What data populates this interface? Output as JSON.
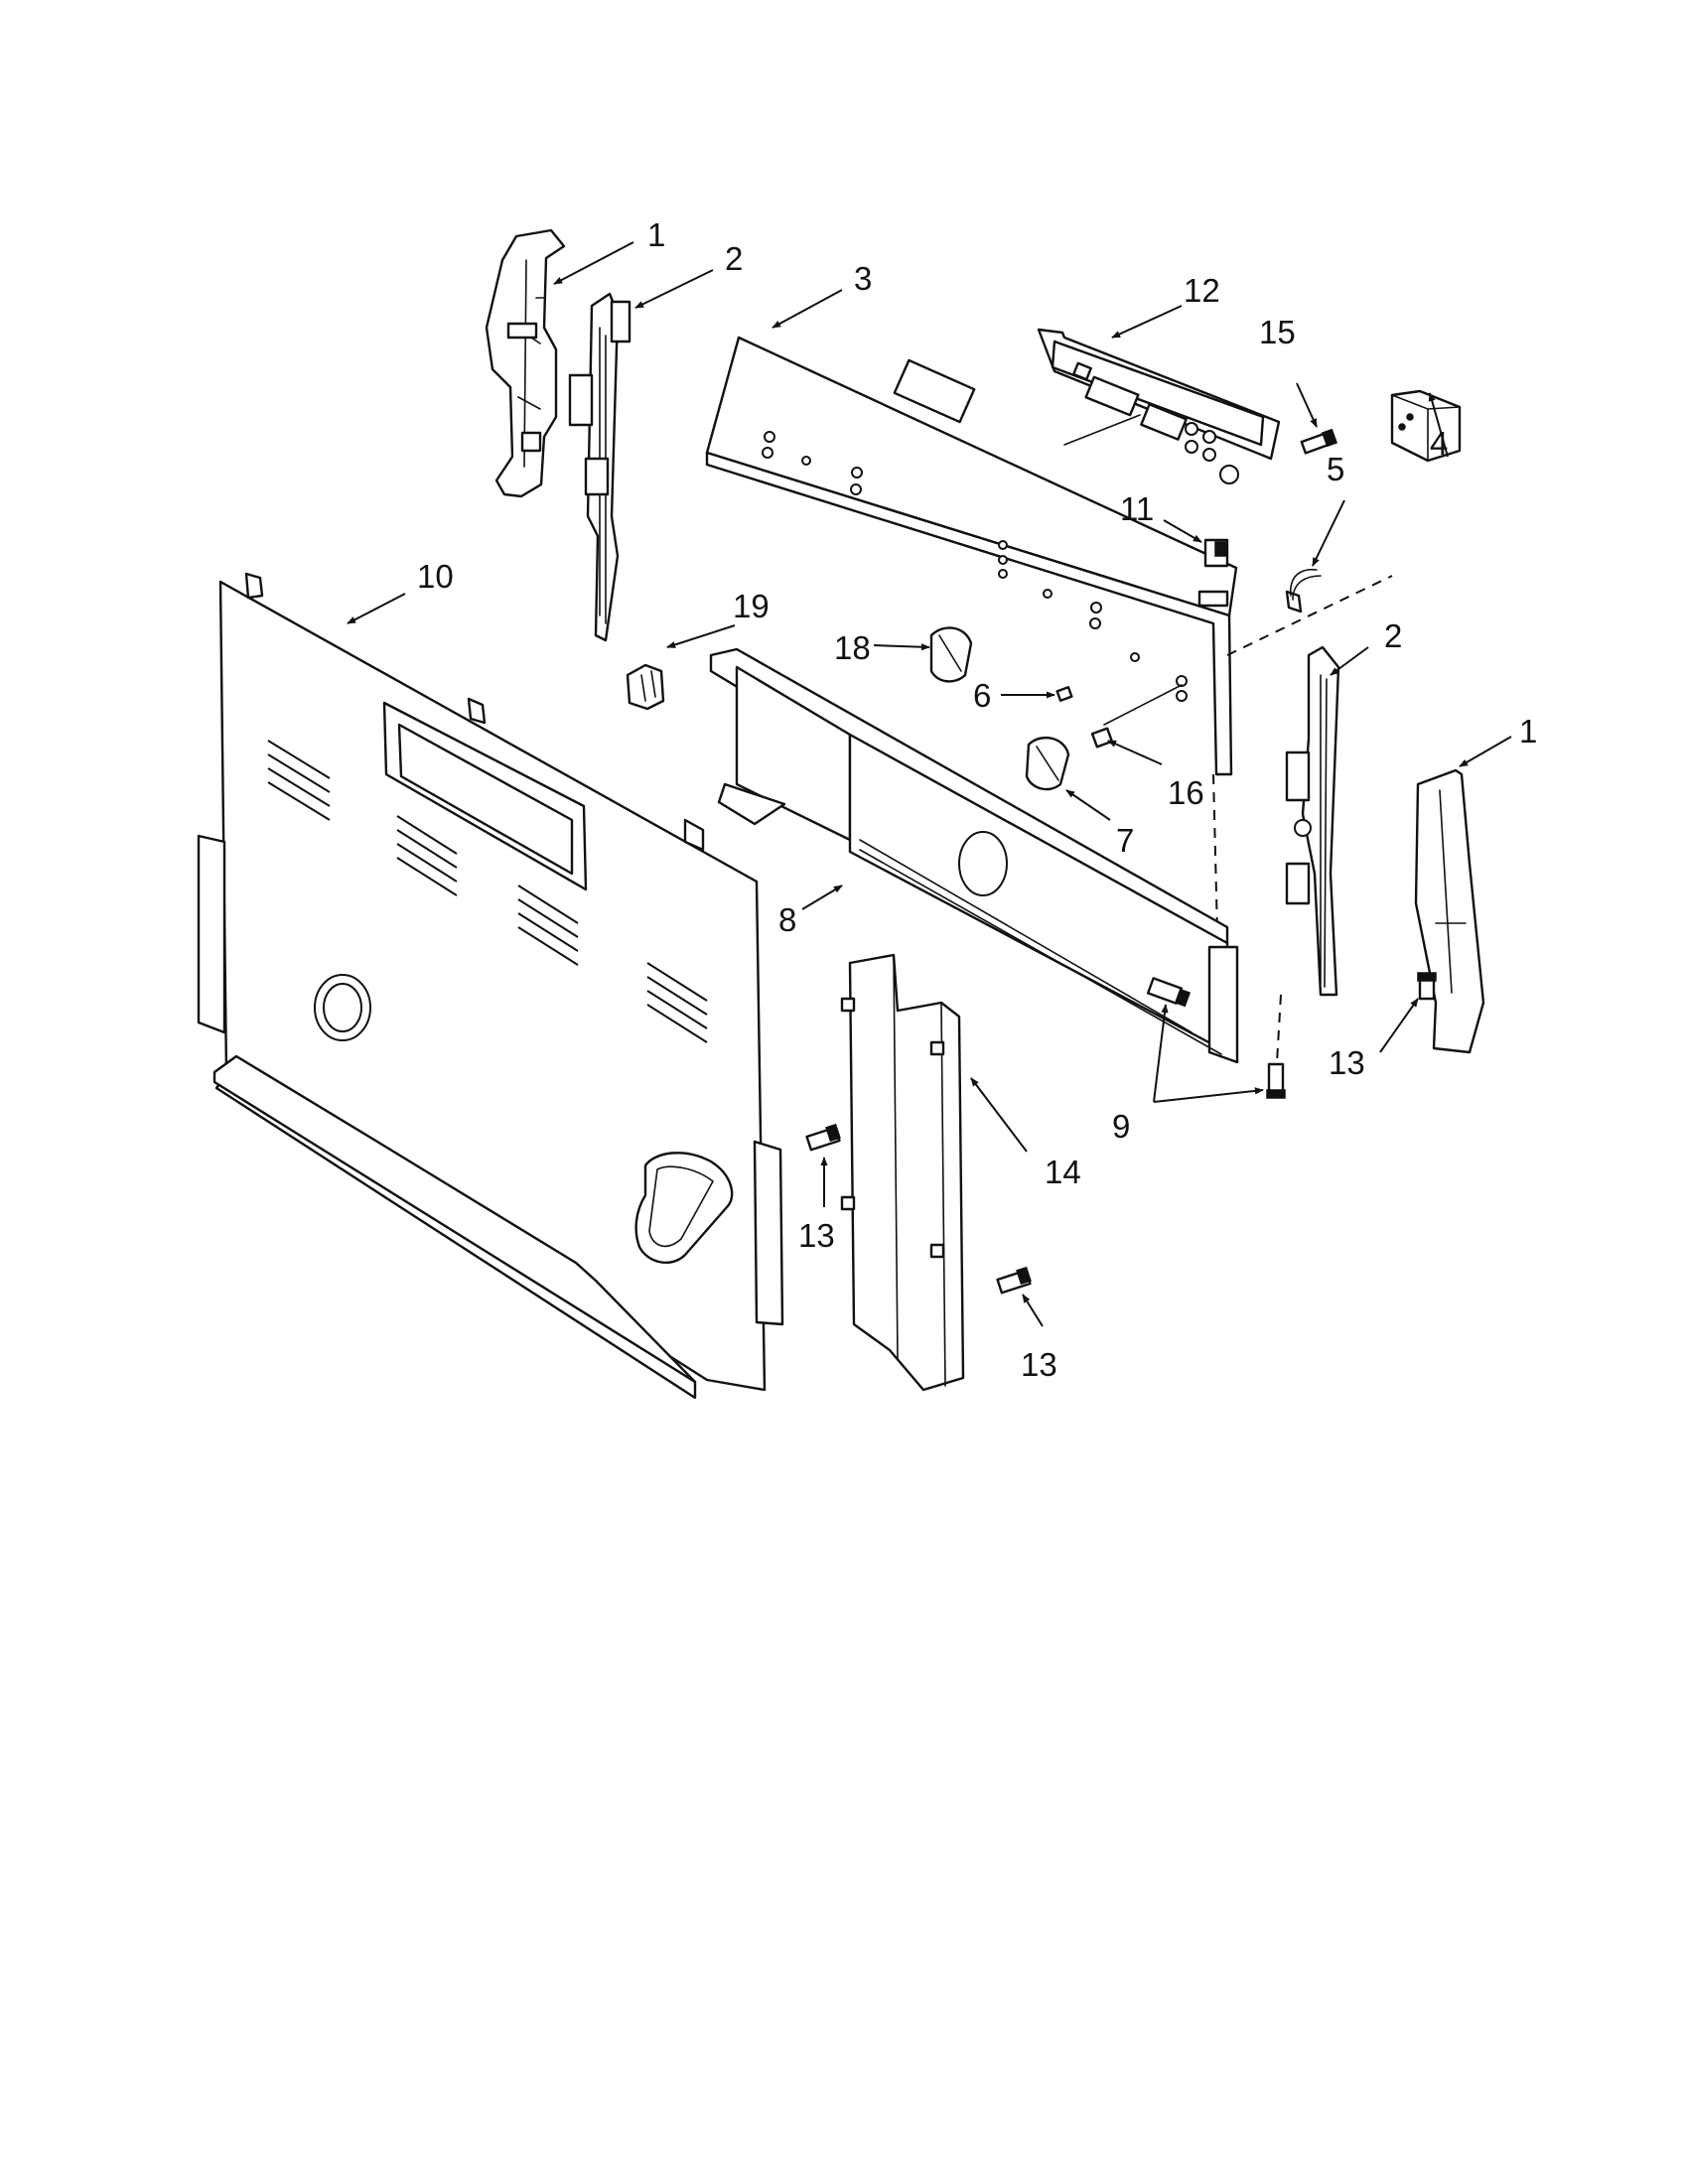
{
  "callouts": {
    "c1_top": "1",
    "c2_top": "2",
    "c3": "3",
    "c12": "12",
    "c15": "15",
    "c4": "4",
    "c5": "5",
    "c11": "11",
    "c10": "10",
    "c19": "19",
    "c18": "18",
    "c6": "6",
    "c2_right": "2",
    "c1_right": "1",
    "c16": "16",
    "c7": "7",
    "c8": "8",
    "c13_right": "13",
    "c9": "9",
    "c14": "14",
    "c13_left": "13",
    "c13_bottom": "13"
  }
}
